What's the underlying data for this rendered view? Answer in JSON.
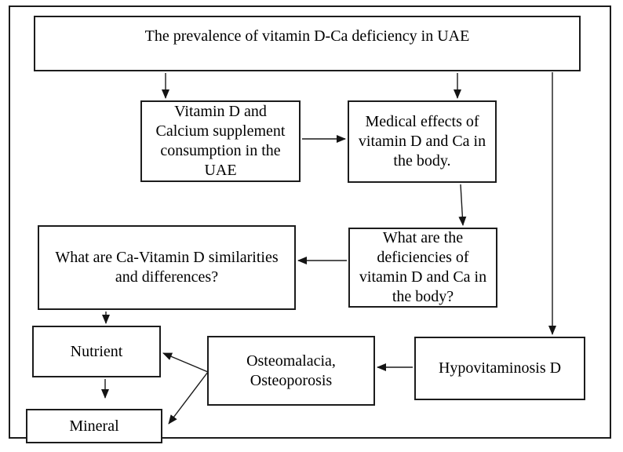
{
  "diagram": {
    "type": "flowchart",
    "background_color": "#ffffff",
    "line_color": "#1a1a1a",
    "text_color": "#000000",
    "nodes": {
      "prevalence": {
        "label": "The prevalence of vitamin D-Ca deficiency in UAE"
      },
      "supplement": {
        "label": "Vitamin D and Calcium supplement consumption in the UAE"
      },
      "medical": {
        "label": "Medical effects of vitamin D and Ca in the body."
      },
      "deficiencies": {
        "label": "What are the deficiencies of vitamin D and Ca in the body?"
      },
      "similarities": {
        "label": "What are Ca-Vitamin D similarities and differences?"
      },
      "nutrient": {
        "label": "Nutrient"
      },
      "mineral": {
        "label": "Mineral"
      },
      "osteomalacia": {
        "label": "Osteomalacia, Osteoporosis"
      },
      "hypovitaminosis": {
        "label": "Hypovitaminosis D"
      }
    },
    "edges": [
      {
        "from": "prevalence",
        "to": "supplement"
      },
      {
        "from": "prevalence",
        "to": "medical"
      },
      {
        "from": "prevalence",
        "to": "hypovitaminosis"
      },
      {
        "from": "supplement",
        "to": "medical"
      },
      {
        "from": "medical",
        "to": "deficiencies"
      },
      {
        "from": "deficiencies",
        "to": "similarities"
      },
      {
        "from": "similarities",
        "to": "nutrient"
      },
      {
        "from": "nutrient",
        "to": "mineral"
      },
      {
        "from": "osteomalacia",
        "to": "nutrient"
      },
      {
        "from": "osteomalacia",
        "to": "mineral"
      },
      {
        "from": "hypovitaminosis",
        "to": "osteomalacia"
      }
    ]
  }
}
